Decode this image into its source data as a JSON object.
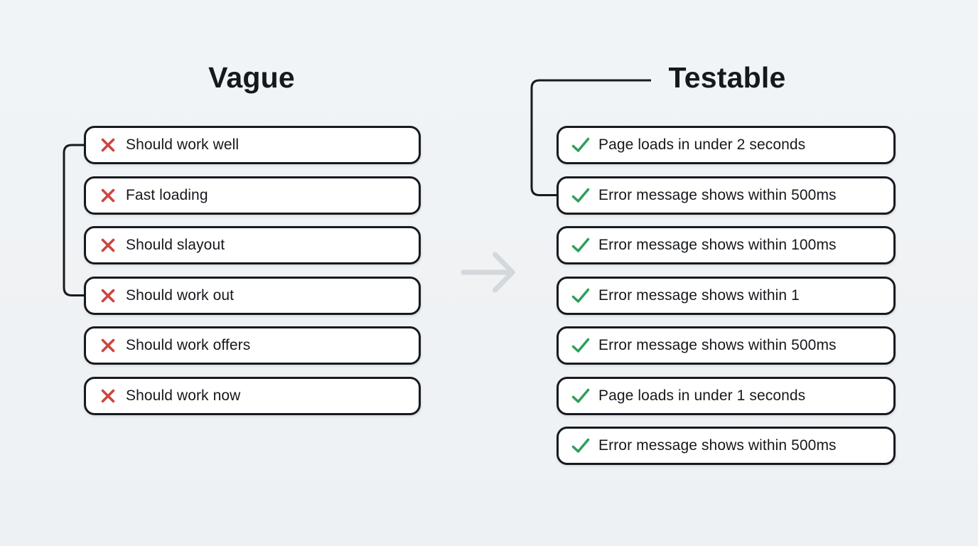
{
  "diagram": {
    "left": {
      "title": "Vague",
      "icon": "x-icon",
      "items": [
        {
          "label": "Should work well"
        },
        {
          "label": "Fast loading"
        },
        {
          "label": "Should slayout"
        },
        {
          "label": "Should work out"
        },
        {
          "label": "Should work offers"
        },
        {
          "label": "Should work now"
        }
      ]
    },
    "right": {
      "title": "Testable",
      "icon": "check-icon",
      "items": [
        {
          "label": "Page loads in under 2 seconds"
        },
        {
          "label": "Error message shows within 500ms"
        },
        {
          "label": "Error message shows within 100ms"
        },
        {
          "label": "Error message shows within 1"
        },
        {
          "label": "Error message shows within 500ms"
        },
        {
          "label": "Page loads in under 1 seconds"
        },
        {
          "label": "Error message shows within 500ms"
        }
      ]
    },
    "connectors": [
      {
        "name": "left-bracket",
        "from": "vague-card-1",
        "to": "vague-card-4"
      },
      {
        "name": "testable-title-connector",
        "from": "testable-title",
        "to": "testable-card-2"
      }
    ],
    "center_arrow": "right-arrow",
    "colors": {
      "background": "#eff2f4",
      "card_bg": "#ffffff",
      "line": "#171a1f",
      "text": "#15181c",
      "x_red": "#cd4540",
      "check_green": "#2f9e5b",
      "arrow_gray": "#d3d8dd"
    }
  }
}
